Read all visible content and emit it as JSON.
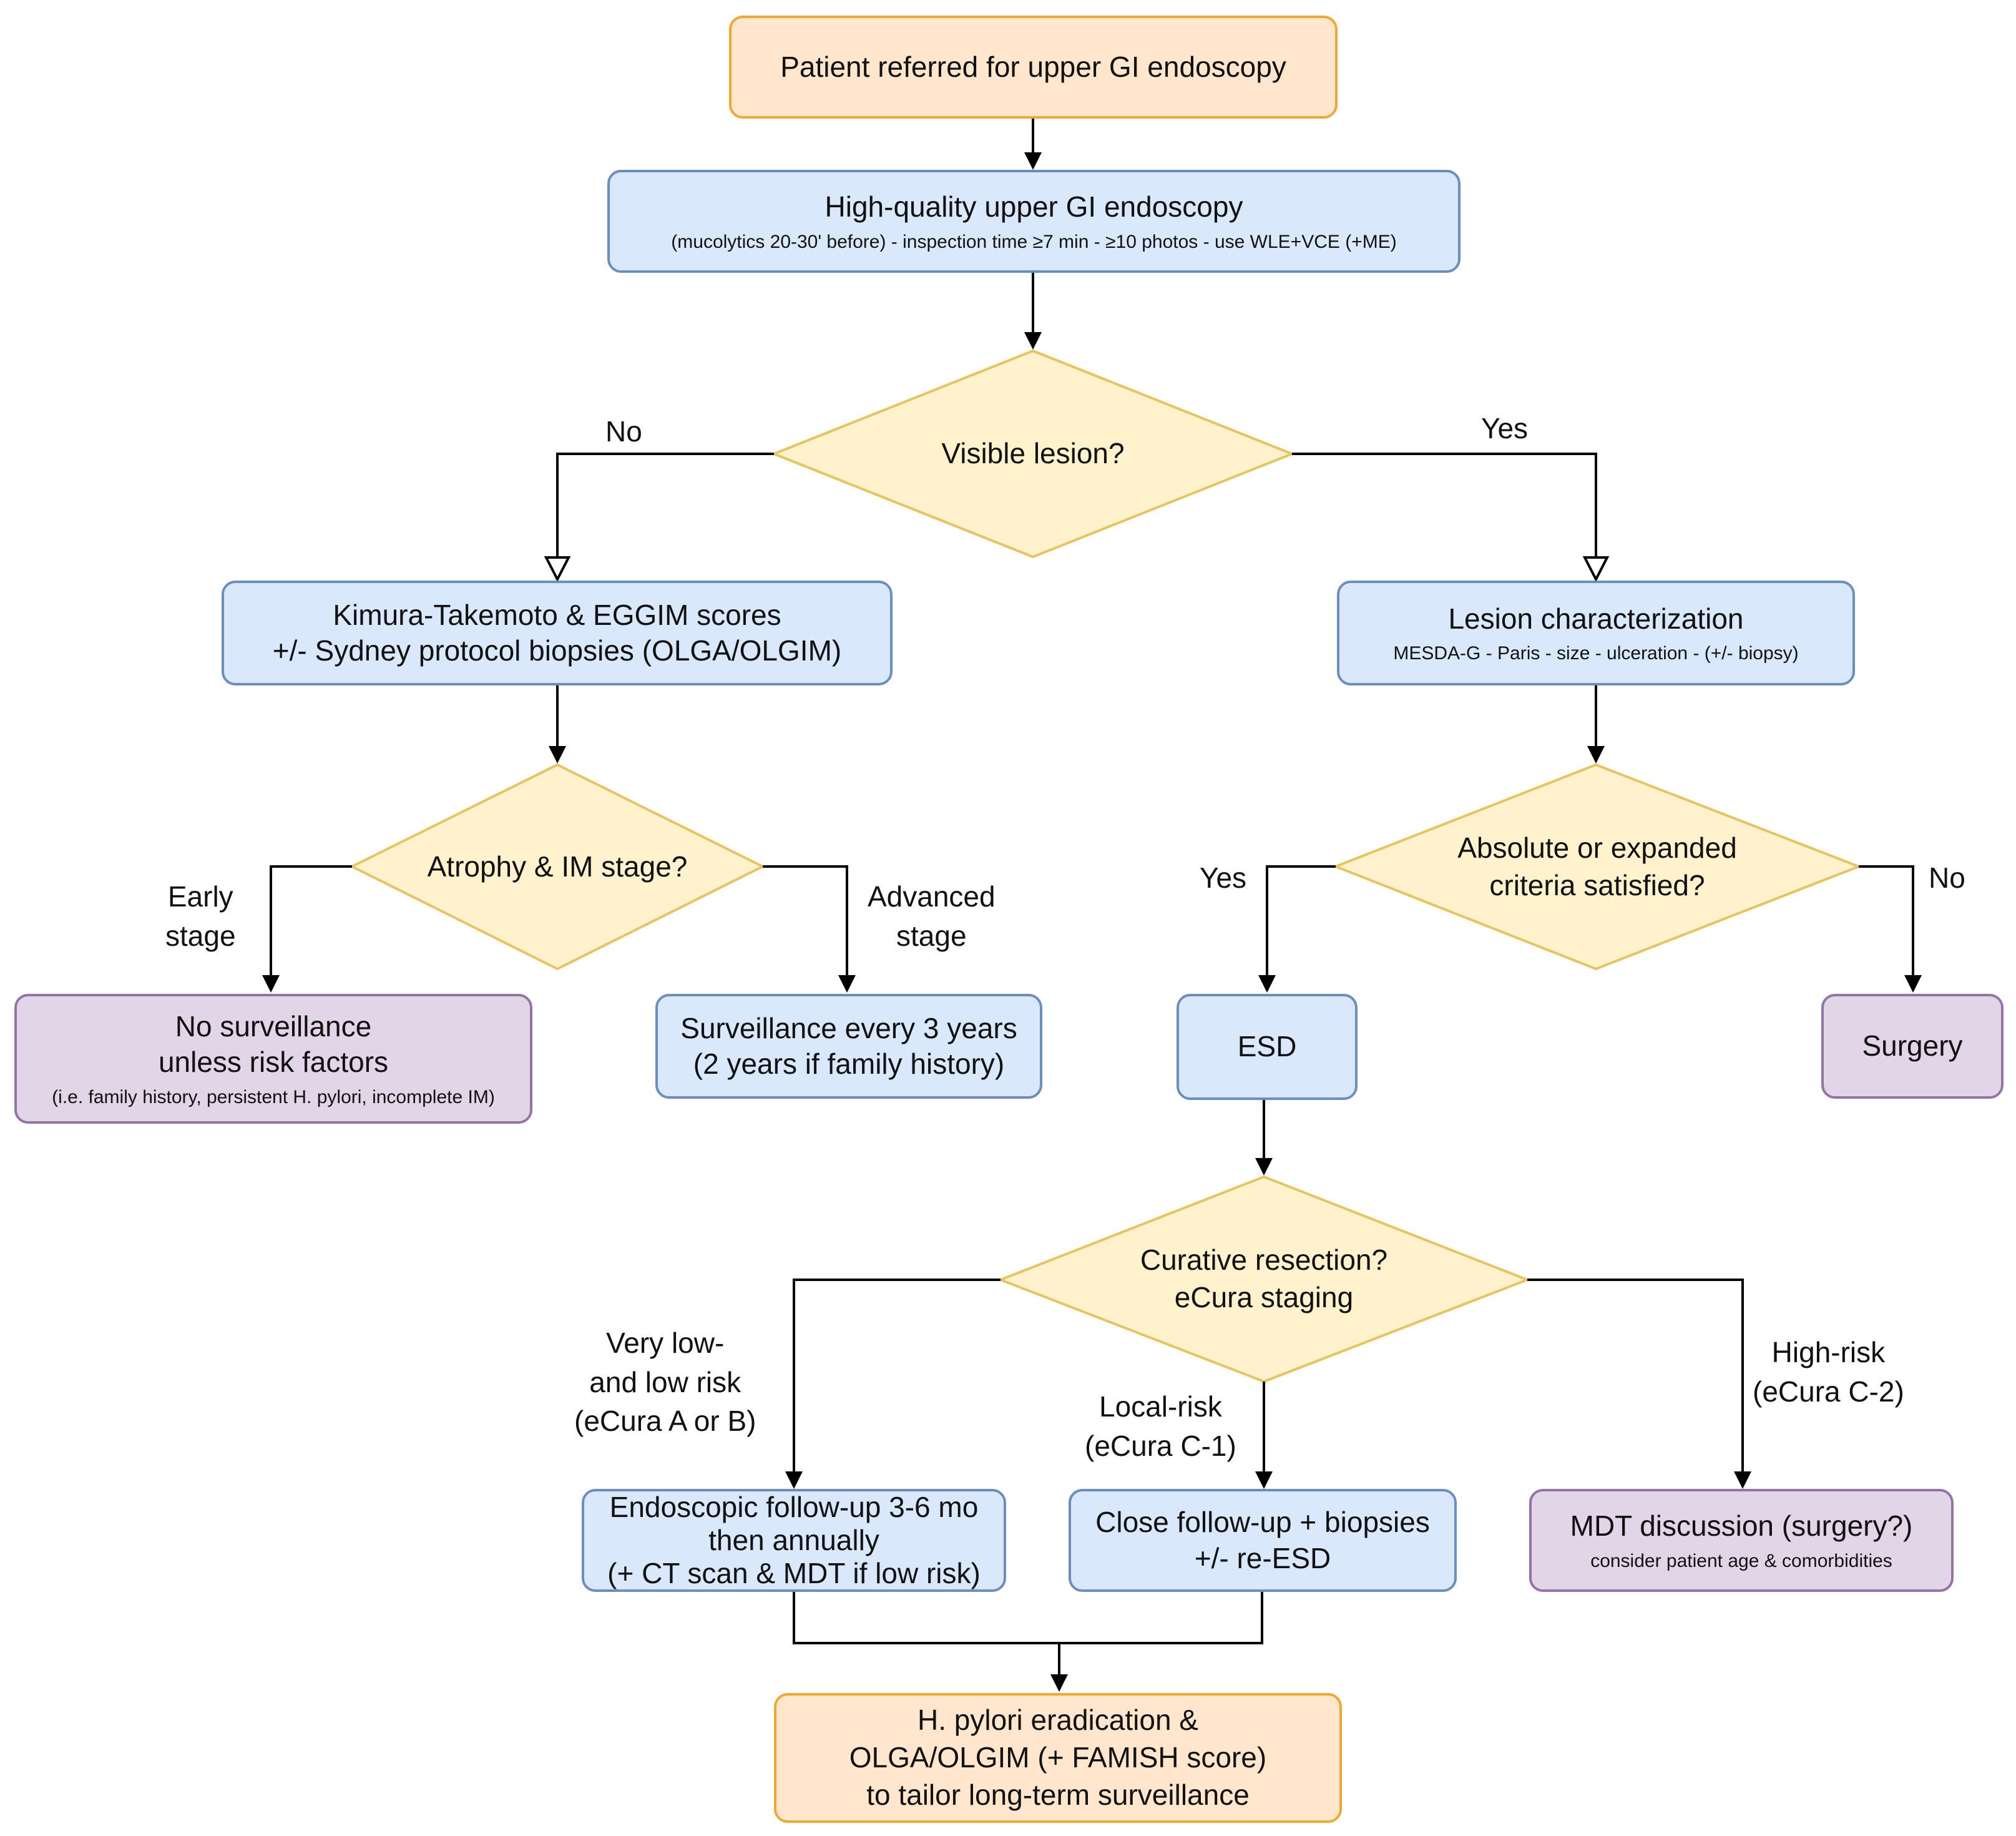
{
  "nodes": {
    "referral": {
      "title": "Patient referred for upper GI endoscopy"
    },
    "hq_endoscopy": {
      "title": "High-quality upper GI endoscopy",
      "detail": "(mucolytics 20-30' before) - inspection time ≥7 min - ≥10 photos - use WLE+VCE (+ME)"
    },
    "visible_lesion": {
      "text": "Visible lesion?"
    },
    "kimura": {
      "line1": "Kimura-Takemoto & EGGIM scores",
      "line2": "+/- Sydney protocol biopsies (OLGA/OLGIM)"
    },
    "lesion_char": {
      "title": "Lesion characterization",
      "detail": "MESDA-G - Paris - size - ulceration - (+/- biopsy)"
    },
    "atrophy": {
      "text": "Atrophy & IM stage?"
    },
    "criteria": {
      "line1": "Absolute or expanded",
      "line2": "criteria satisfied?"
    },
    "no_surveillance": {
      "line1": "No surveillance",
      "line2": "unless risk factors",
      "detail": "(i.e. family history, persistent H. pylori, incomplete IM)"
    },
    "surveillance3": {
      "line1": "Surveillance every 3 years",
      "line2": "(2 years if family history)"
    },
    "esd": {
      "text": "ESD"
    },
    "surgery": {
      "text": "Surgery"
    },
    "curative": {
      "line1": "Curative resection?",
      "line2": "eCura staging"
    },
    "endo_followup": {
      "line1": "Endoscopic follow-up 3-6 mo",
      "line2": "then annually",
      "line3": "(+ CT scan & MDT if low risk)"
    },
    "close_followup": {
      "line1": "Close follow-up + biopsies",
      "line2": "+/- re-ESD"
    },
    "mdt": {
      "title": "MDT discussion (surgery?)",
      "detail": "consider patient age & comorbidities"
    },
    "eradication": {
      "line1": "H. pylori eradication &",
      "line2": "OLGA/OLGIM (+ FAMISH score)",
      "line3": "to tailor long-term surveillance"
    }
  },
  "edge_labels": {
    "no_left": "No",
    "yes_right": "Yes",
    "early_stage": [
      "Early",
      "stage"
    ],
    "advanced_stage": [
      "Advanced",
      "stage"
    ],
    "criteria_yes": "Yes",
    "criteria_no": "No",
    "very_low": [
      "Very low-",
      "and low risk",
      "(eCura A or B)"
    ],
    "local_risk": [
      "Local-risk",
      "(eCura C-1)"
    ],
    "high_risk": [
      "High-risk",
      "(eCura C-2)"
    ]
  },
  "colors": {
    "terminal_fill": "#ffe6cc",
    "terminal_border": "#f0a830",
    "process_fill": "#dae8fc",
    "process_border": "#6c8ebf",
    "decision_fill": "#fff2cc",
    "decision_border": "#e8c460",
    "outcome_fill": "#e1d5e7",
    "outcome_border": "#9673a6",
    "connector": "#000000"
  }
}
